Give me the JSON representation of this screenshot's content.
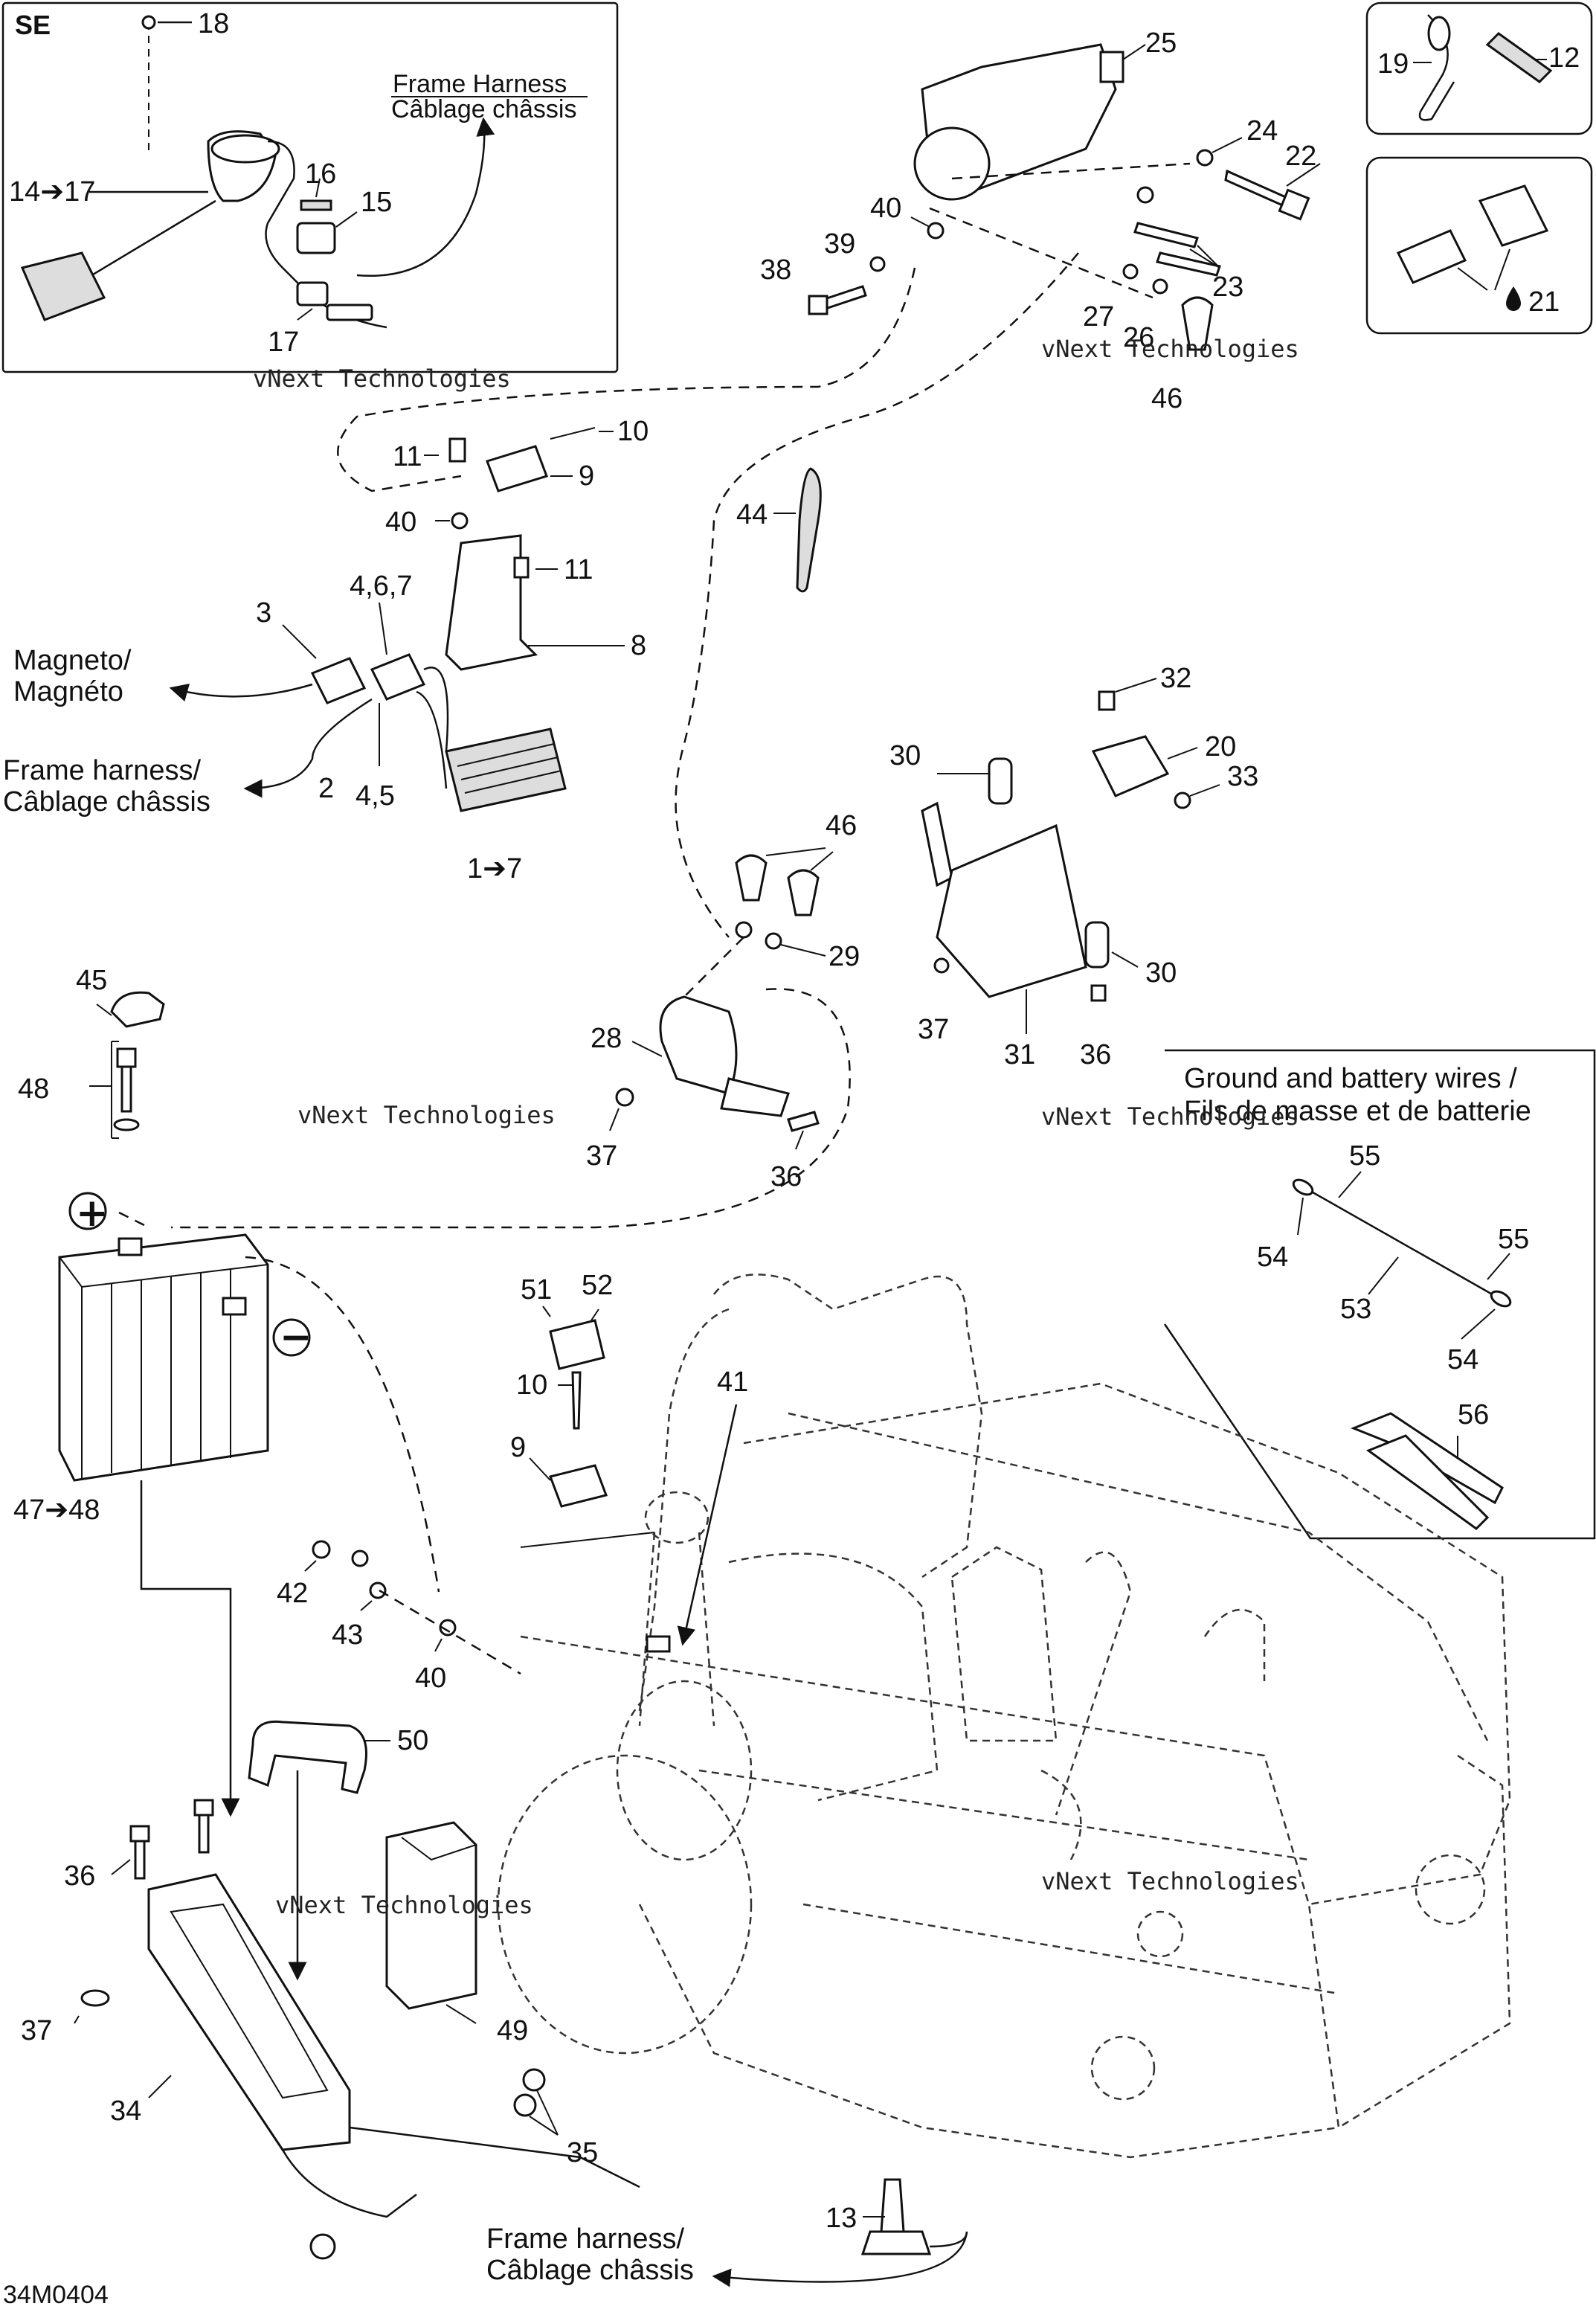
{
  "diagram": {
    "doc_code": "34M0404",
    "watermark": "vNext Technologies",
    "inset_se": {
      "tag": "SE",
      "harness_en": "Frame Harness",
      "harness_fr": "Câblage châssis"
    },
    "inset_wires": {
      "title_en": "Ground and battery wires /",
      "title_fr": "Fils de masse et de batterie"
    },
    "callouts": {
      "magneto_en": "Magneto/",
      "magneto_fr": "Magnéto",
      "harness_left_en": "Frame harness/",
      "harness_left_fr": "Câblage châssis",
      "harness_bottom_en": "Frame harness/",
      "harness_bottom_fr": "Câblage châssis",
      "plus": "+",
      "minus": "−"
    },
    "parts": {
      "p18": "18",
      "p14_17": "14➔17",
      "p16": "16",
      "p15": "15",
      "p17": "17",
      "p25": "25",
      "p24": "24",
      "p22": "22",
      "p40a": "40",
      "p39": "39",
      "p38": "38",
      "p23": "23",
      "p27": "27",
      "p26": "26",
      "p46a": "46",
      "p19": "19",
      "p12": "12",
      "p21": "21",
      "p11a": "11",
      "p10a": "10",
      "p9a": "9",
      "p40b": "40",
      "p11b": "11",
      "p3": "3",
      "p4_6_7": "4,6,7",
      "p8": "8",
      "p2": "2",
      "p4_5": "4,5",
      "p1_7": "1➔7",
      "p44": "44",
      "p32": "32",
      "p20": "20",
      "p33": "33",
      "p30a": "30",
      "p30b": "30",
      "p46b": "46",
      "p29": "29",
      "p28": "28",
      "p37a": "37",
      "p36a": "36",
      "p31": "31",
      "p37b": "37",
      "p36b": "36",
      "p45": "45",
      "p48": "48",
      "p47_48": "47➔48",
      "p55a": "55",
      "p54a": "54",
      "p55b": "55",
      "p53": "53",
      "p54b": "54",
      "p56": "56",
      "p51": "51",
      "p52": "52",
      "p10b": "10",
      "p9b": "9",
      "p41": "41",
      "p42": "42",
      "p43": "43",
      "p40c": "40",
      "p50": "50",
      "p36c": "36",
      "p37c": "37",
      "p49": "49",
      "p34": "34",
      "p35": "35",
      "p13": "13"
    },
    "icons": [
      "drop-icon",
      "arrow-icon"
    ]
  }
}
